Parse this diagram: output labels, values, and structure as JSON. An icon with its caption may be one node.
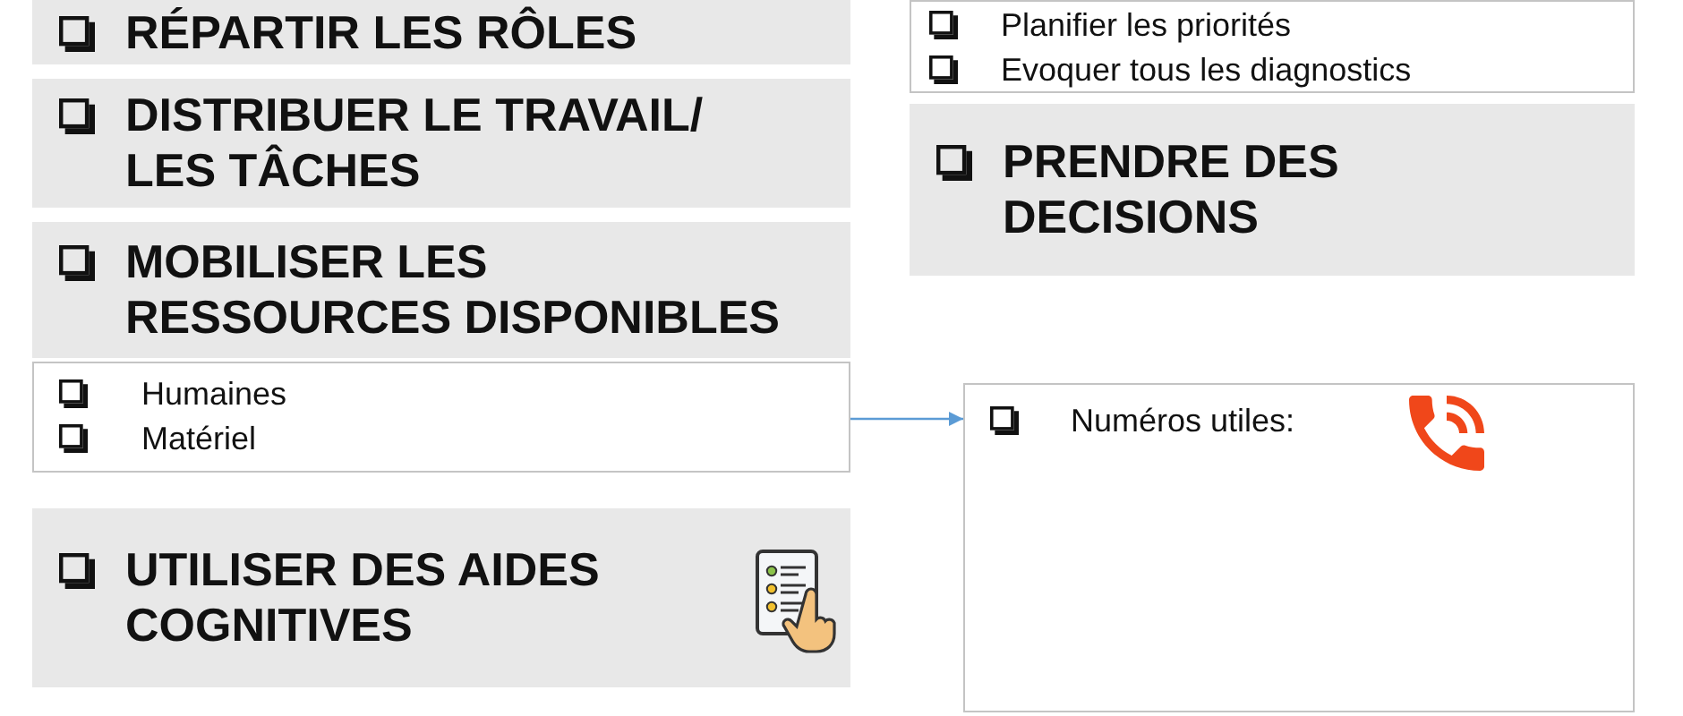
{
  "diagram": {
    "nodes": [
      {
        "text": [
          "RÉPARTIR LES RÔLES"
        ]
      },
      {
        "text": [
          "DISTRIBUER LE TRAVAIL/ LES TÂCHES"
        ]
      },
      {
        "text": [
          "MOBILISER LES RESSOURCES DISPONIBLES"
        ]
      },
      {
        "text": [
          "Humaines",
          "Matériel"
        ]
      },
      {
        "text": [
          "UTILISER DES AIDES COGNITIVES"
        ]
      },
      {
        "text": [
          "Planifier les priorités",
          "Evoquer tous les diagnostics"
        ]
      },
      {
        "text": [
          "PRENDRE DES DECISIONS"
        ]
      },
      {
        "text": [
          "Numéros utiles:"
        ]
      }
    ],
    "edges": [
      {
        "from": 3,
        "to": 7,
        "arrow": "to"
      }
    ]
  }
}
